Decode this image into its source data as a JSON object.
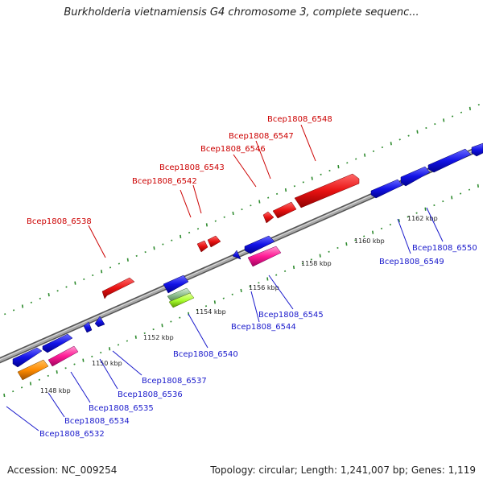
{
  "title": "Burkholderia vietnamiensis G4 chromosome 3, complete sequenc...",
  "footer": {
    "accession": "Accession: NC_009254",
    "summary": "Topology: circular; Length: 1,241,007 bp; Genes: 1,119"
  },
  "colors": {
    "backbone": "#8a8a8a",
    "tick_dots": "#2e8b2e",
    "top_label": "#cc0000",
    "bottom_label": "#1a1acc"
  },
  "scale_labels": [
    "1148 kbp",
    "1150 kbp",
    "1152 kbp",
    "1154 kbp",
    "1156 kbp",
    "1158 kbp",
    "1160 kbp",
    "1162 kbp"
  ],
  "top_labels": [
    "Bcep1808_6538",
    "Bcep1808_6542",
    "Bcep1808_6543",
    "Bcep1808_6546",
    "Bcep1808_6547",
    "Bcep1808_6548"
  ],
  "bottom_labels": [
    "Bcep1808_6532",
    "Bcep1808_6534",
    "Bcep1808_6535",
    "Bcep1808_6536",
    "Bcep1808_6537",
    "Bcep1808_6540",
    "Bcep1808_6544",
    "Bcep1808_6545",
    "Bcep1808_6549",
    "Bcep1808_6550"
  ]
}
